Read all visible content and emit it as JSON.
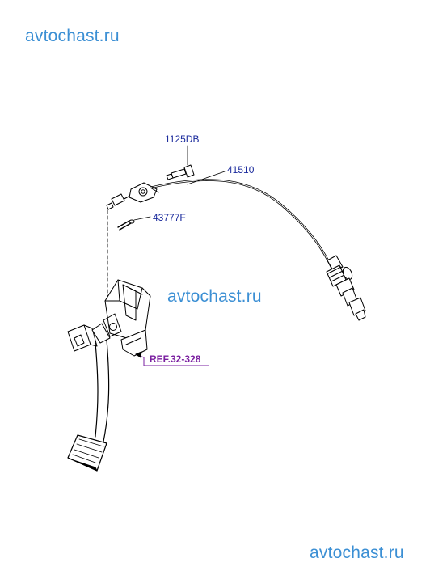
{
  "watermarks": {
    "top": "avtochast.ru",
    "middle": "avtochast.ru",
    "bottom": "avtochast.ru"
  },
  "callouts": {
    "bolt": "1125DB",
    "cable": "41510",
    "pin": "43777F",
    "pedal_ref": "REF.32-328"
  },
  "colors": {
    "watermark": "#3b8fd4",
    "part_label": "#1a2a9c",
    "ref_label": "#7a1fa0",
    "line": "#000000"
  }
}
